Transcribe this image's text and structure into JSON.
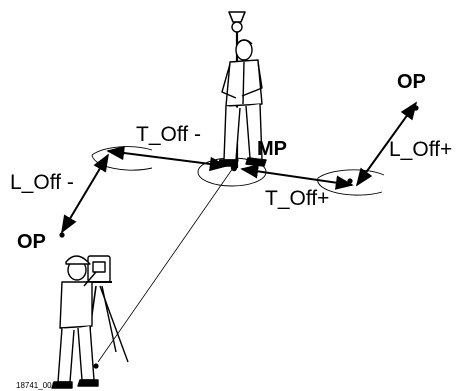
{
  "diagram": {
    "labels": {
      "op_top_right": "OP",
      "op_left": "OP",
      "mp": "MP",
      "t_off_minus": "T_Off -",
      "t_off_plus": "T_Off+",
      "l_off_minus": "L_Off -",
      "l_off_plus": "L_Off+",
      "figure_id": "18741_001"
    },
    "colors": {
      "ink": "#000000",
      "background": "#ffffff"
    }
  }
}
